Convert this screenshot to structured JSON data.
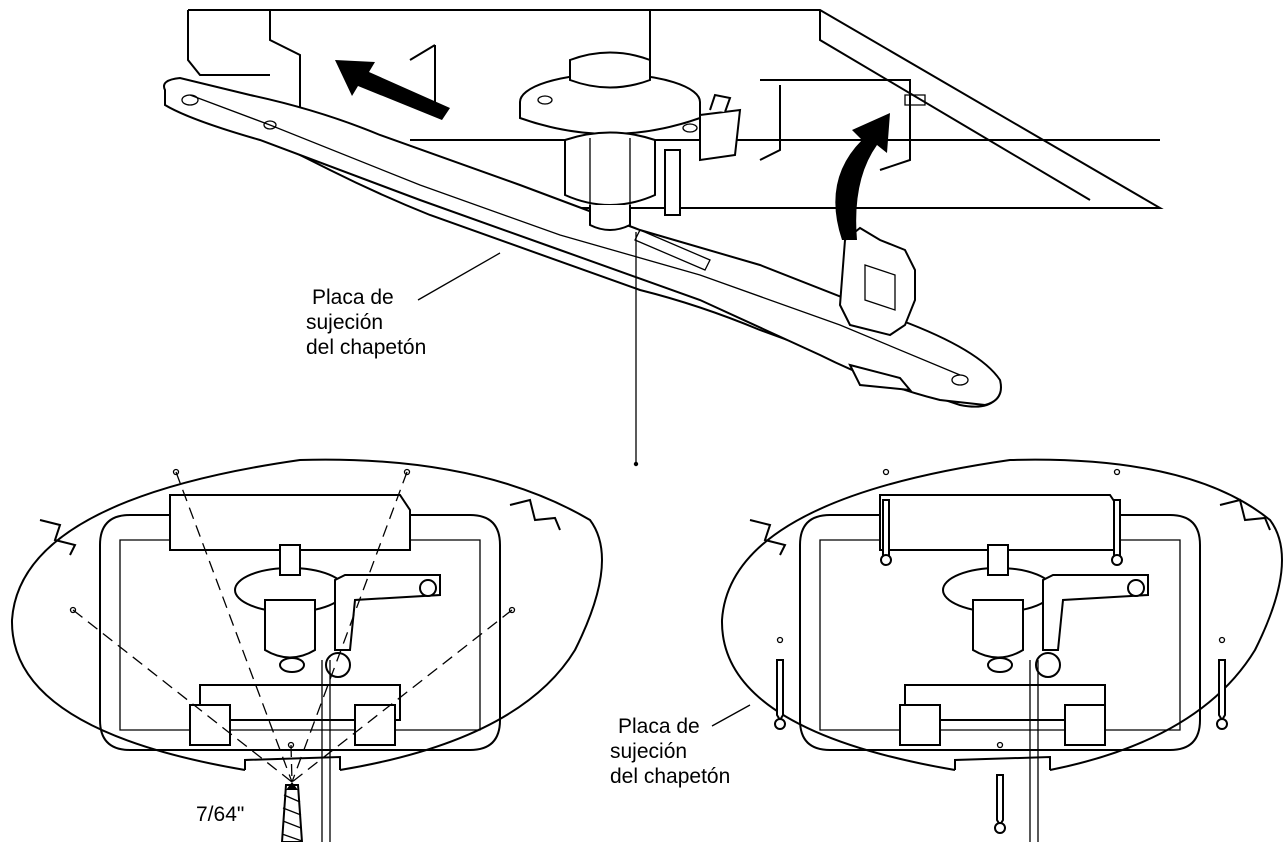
{
  "labels": {
    "top_plate_line1": "Placa de",
    "top_plate_line2": "sujeción",
    "top_plate_line3": "del chapetón",
    "right_plate_line1": "Placa de",
    "right_plate_line2": "sujeción",
    "right_plate_line3": "del chapetón",
    "drill_size": "7/64\""
  },
  "icons": {
    "top_view": "fixture-canopy-plate-install-icon",
    "arrow_left": "direction-arrow-icon",
    "arrow_curve": "rotate-arrow-icon",
    "drill_bit": "drill-bit-icon",
    "screw": "screw-icon"
  }
}
